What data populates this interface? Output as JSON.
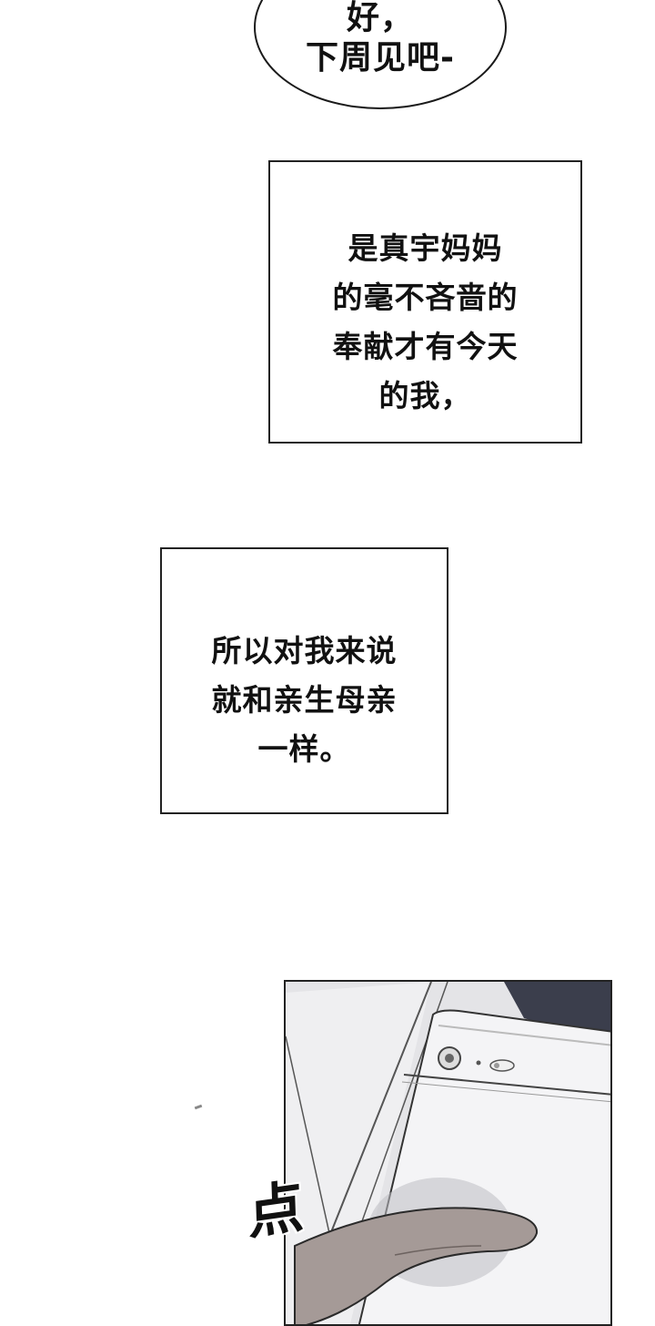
{
  "speech_bubble": {
    "line1": "好，",
    "line2": "下周见吧-"
  },
  "caption_1": {
    "lines": [
      "是真宇妈妈",
      "的毫不吝啬的",
      "奉献才有今天",
      "的我，"
    ]
  },
  "caption_2": {
    "lines": [
      "所以对我来说",
      "就和亲生母亲",
      "一样。"
    ]
  },
  "sound_effect": "点",
  "panel_illustration": "phone-in-hand-icon",
  "colors": {
    "background": "#ffffff",
    "border": "#222222",
    "phone_body": "#f4f4f6",
    "dark_cloth": "#3b3e4c"
  }
}
